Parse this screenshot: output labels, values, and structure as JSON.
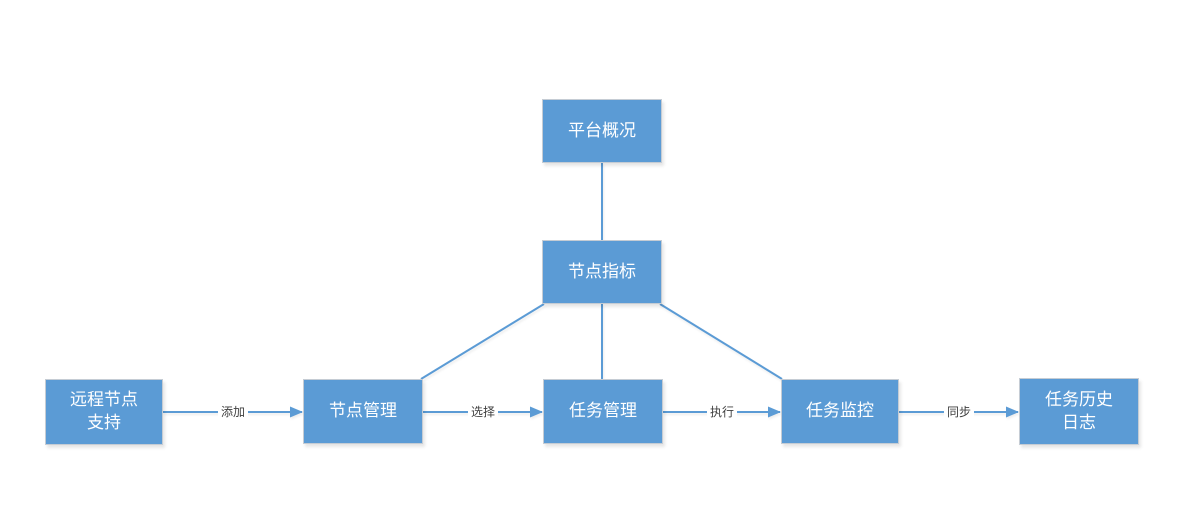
{
  "diagram": {
    "colors": {
      "background": "#FFFFFF",
      "node_fill": "#5B9BD5",
      "node_border": "#C5CCD4",
      "node_text": "#FFFFFF",
      "edge_line": "#5B9BD5",
      "edge_label_text": "#404040"
    },
    "nodes": {
      "platform_overview": {
        "label": "平台概况"
      },
      "node_metrics": {
        "label": "节点指标"
      },
      "remote_node_support": {
        "label": "远程节点\n支持"
      },
      "node_management": {
        "label": "节点管理"
      },
      "task_management": {
        "label": "任务管理"
      },
      "task_monitoring": {
        "label": "任务监控"
      },
      "task_history_log": {
        "label": "任务历史\n日志"
      }
    },
    "edges": {
      "support_to_node_mgmt": {
        "label": "添加"
      },
      "node_mgmt_to_task_mgmt": {
        "label": "选择"
      },
      "task_mgmt_to_monitor": {
        "label": "执行"
      },
      "monitor_to_history": {
        "label": "同步"
      }
    }
  }
}
